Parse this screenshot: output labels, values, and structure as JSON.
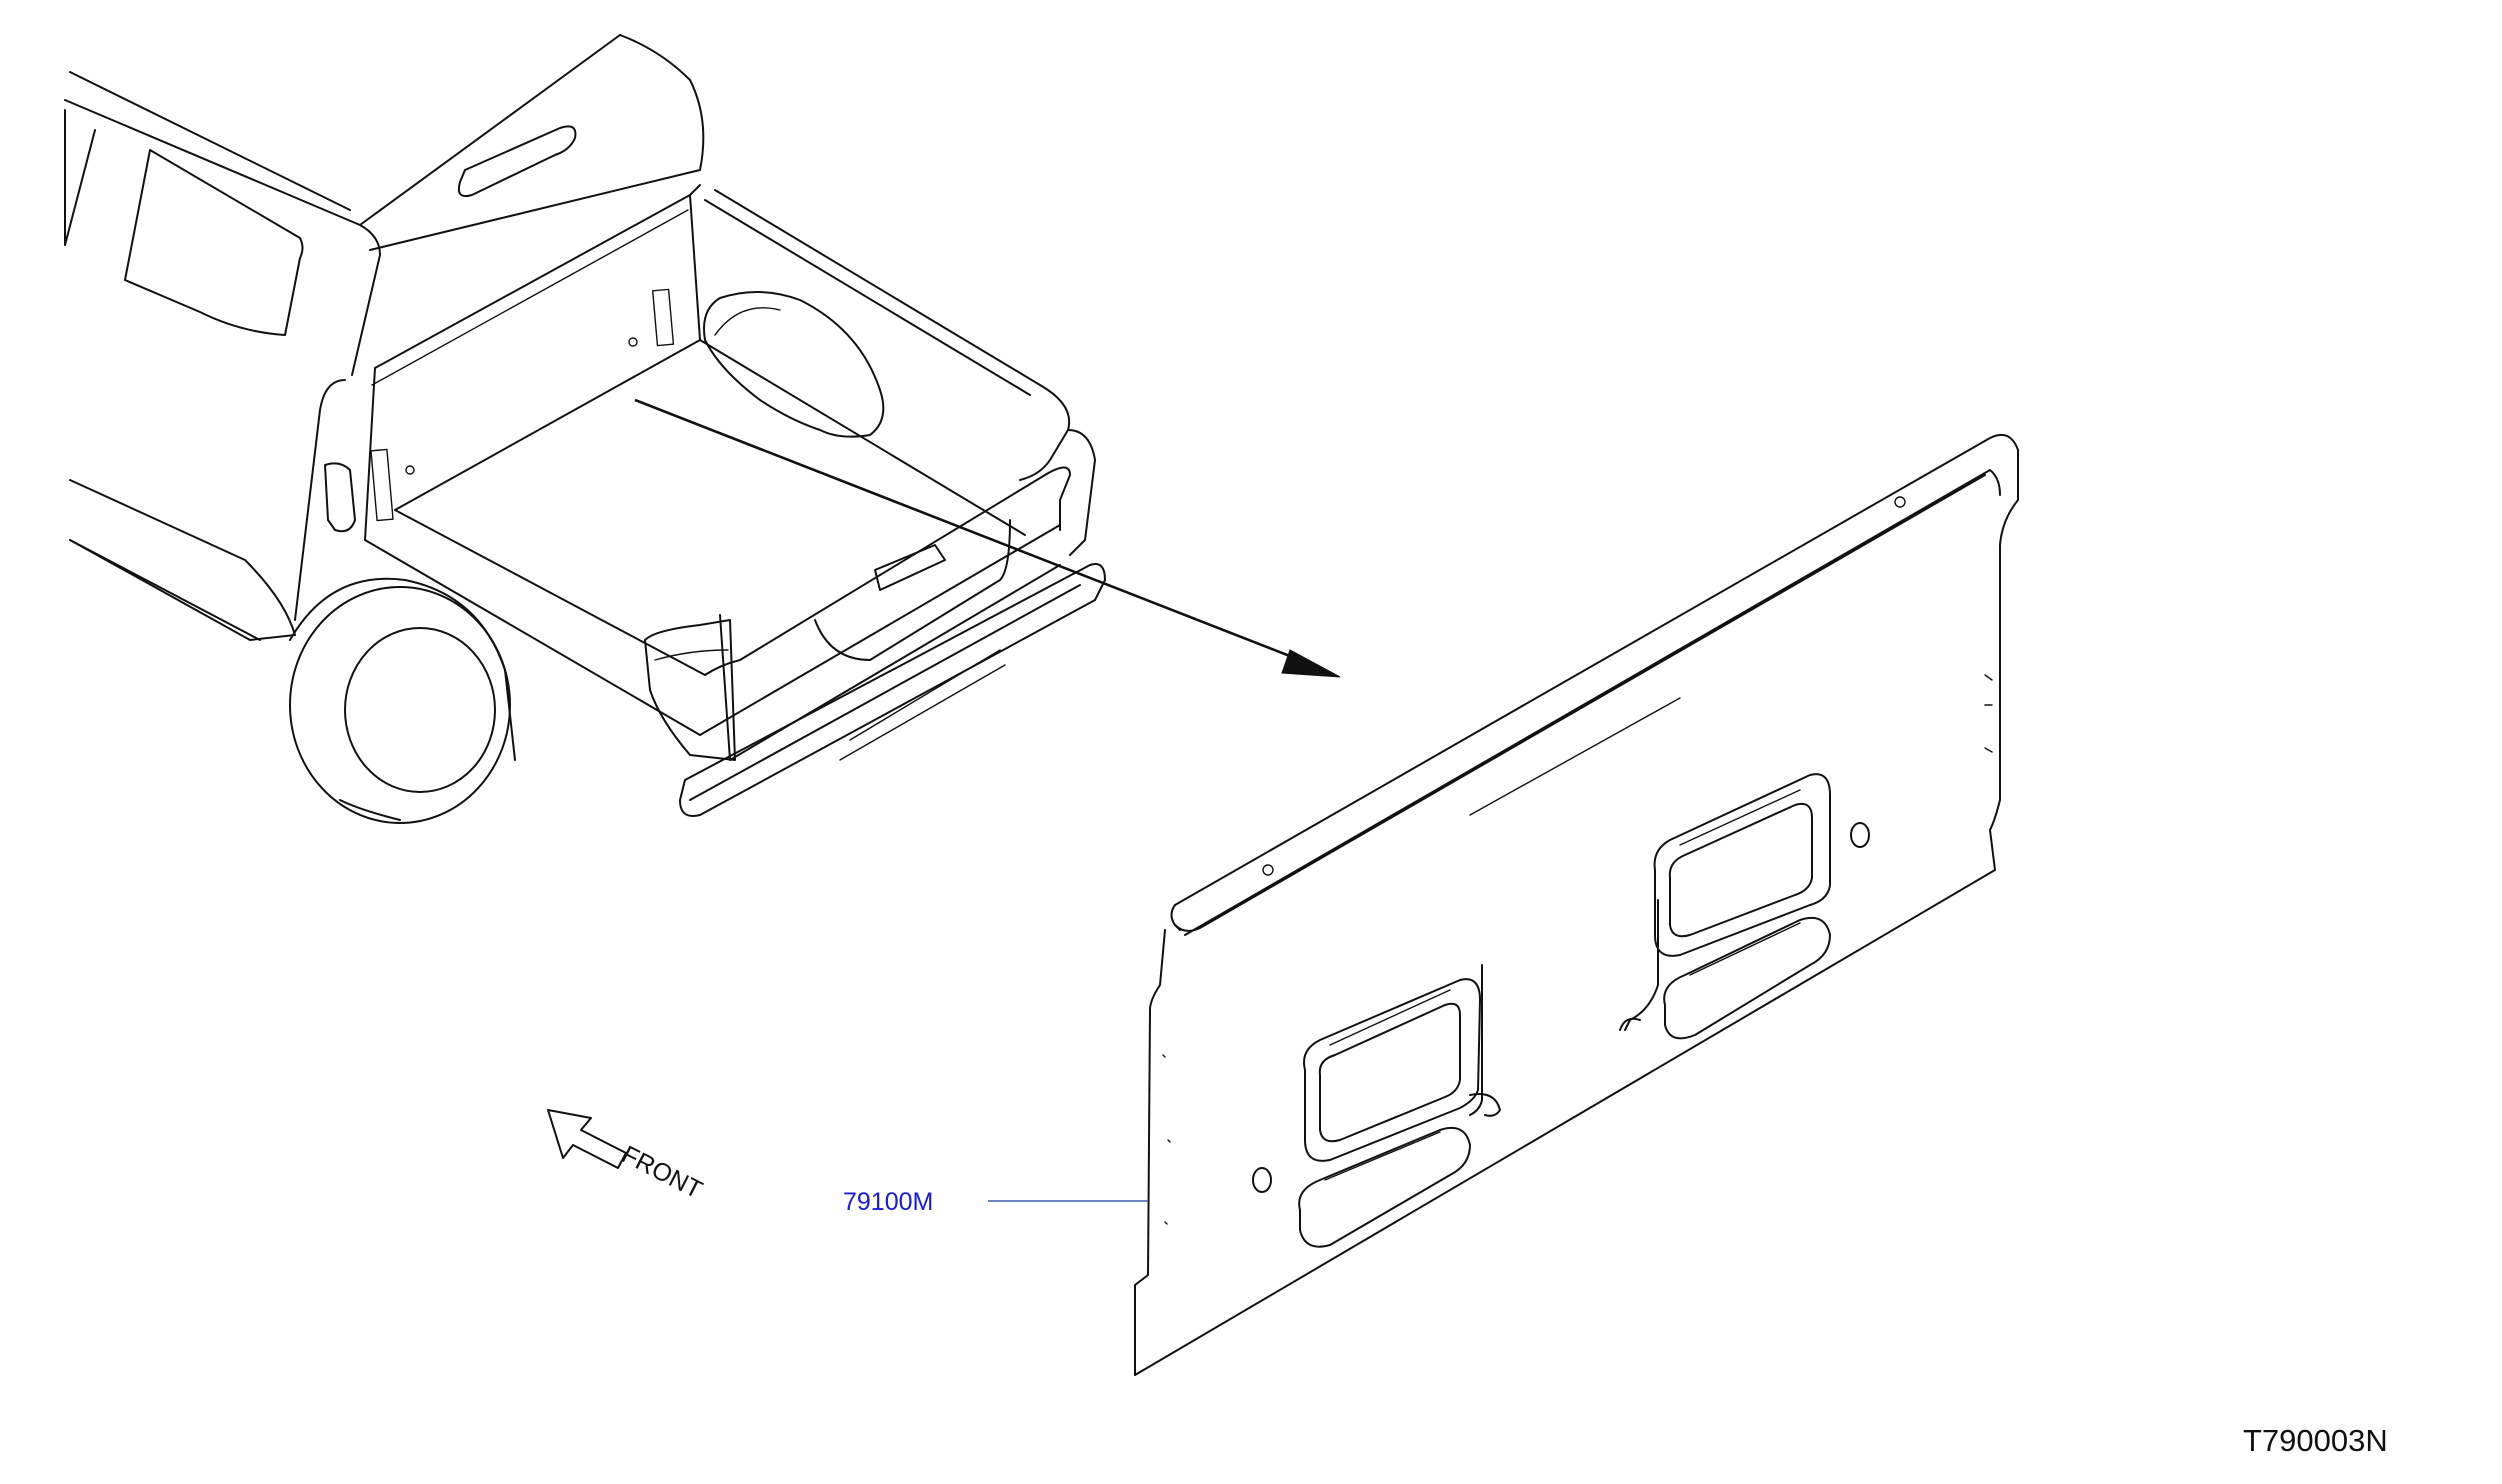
{
  "direction_indicator": {
    "label": "FRONT"
  },
  "part": {
    "number": "79100M"
  },
  "illustration": {
    "code": "T790003N"
  },
  "colors": {
    "line": "#111111",
    "callout": "#1a1adc",
    "leader": "#3a5fa8"
  }
}
